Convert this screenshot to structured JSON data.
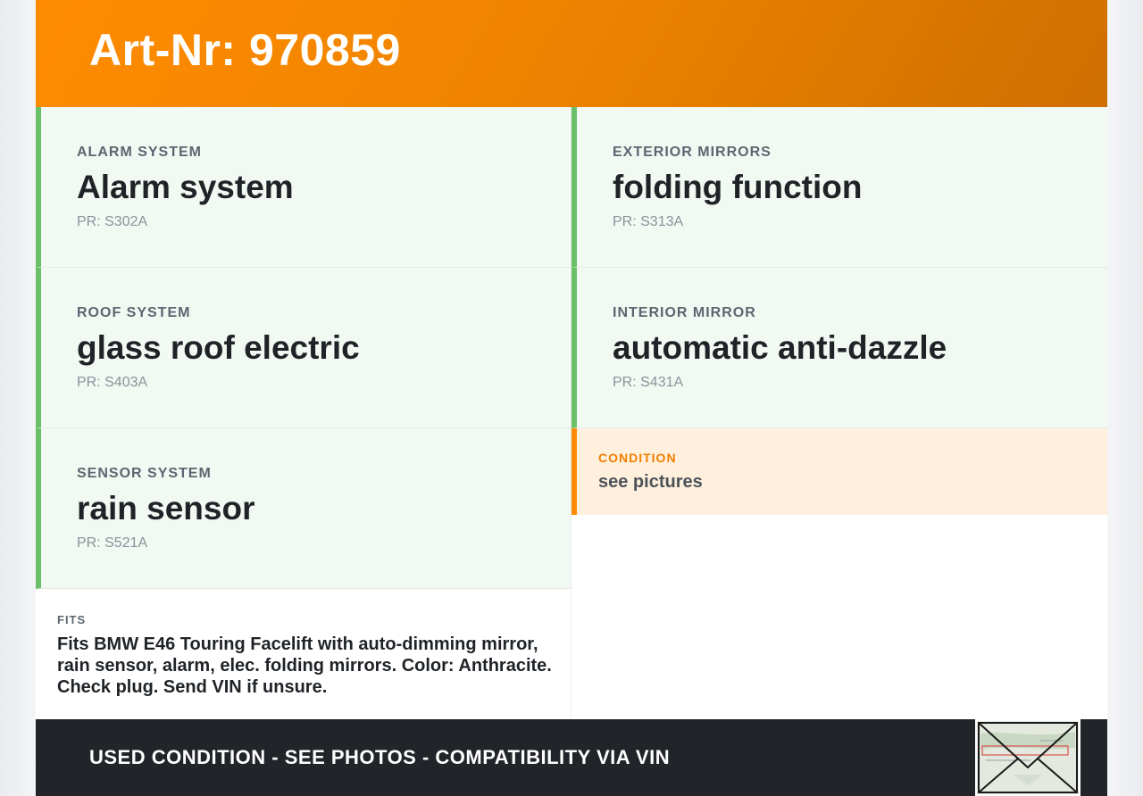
{
  "header": {
    "title": "Art-Nr: 970859"
  },
  "specs_left": [
    {
      "category": "ALARM SYSTEM",
      "value": "Alarm system",
      "pr": "PR: S302A"
    },
    {
      "category": "ROOF SYSTEM",
      "value": "glass roof electric",
      "pr": "PR: S403A"
    },
    {
      "category": "SENSOR SYSTEM",
      "value": "rain sensor",
      "pr": "PR: S521A"
    }
  ],
  "specs_right": [
    {
      "category": "EXTERIOR MIRRORS",
      "value": "folding function",
      "pr": "PR: S313A"
    },
    {
      "category": "INTERIOR MIRROR",
      "value": "automatic anti-dazzle",
      "pr": "PR: S431A"
    }
  ],
  "condition": {
    "label": "CONDITION",
    "value": "see pictures"
  },
  "fits": {
    "label": "FITS",
    "text": "Fits BMW E46 Touring Facelift with auto-dimming mirror, rain sensor, alarm, elec. folding mirrors. Color: Anthracite. Check plug. Send VIN if unsure."
  },
  "footer": {
    "text": "USED CONDITION - SEE PHOTOS - COMPATIBILITY VIA VIN"
  },
  "colors": {
    "accent_orange": "#ff8c00",
    "spec_border_green": "#6abf69",
    "spec_bg": "#f2f8f2",
    "condition_bg": "#fff0de",
    "footer_bg": "#212428"
  },
  "icons": {
    "stamp": "label-thumbnail-image"
  }
}
